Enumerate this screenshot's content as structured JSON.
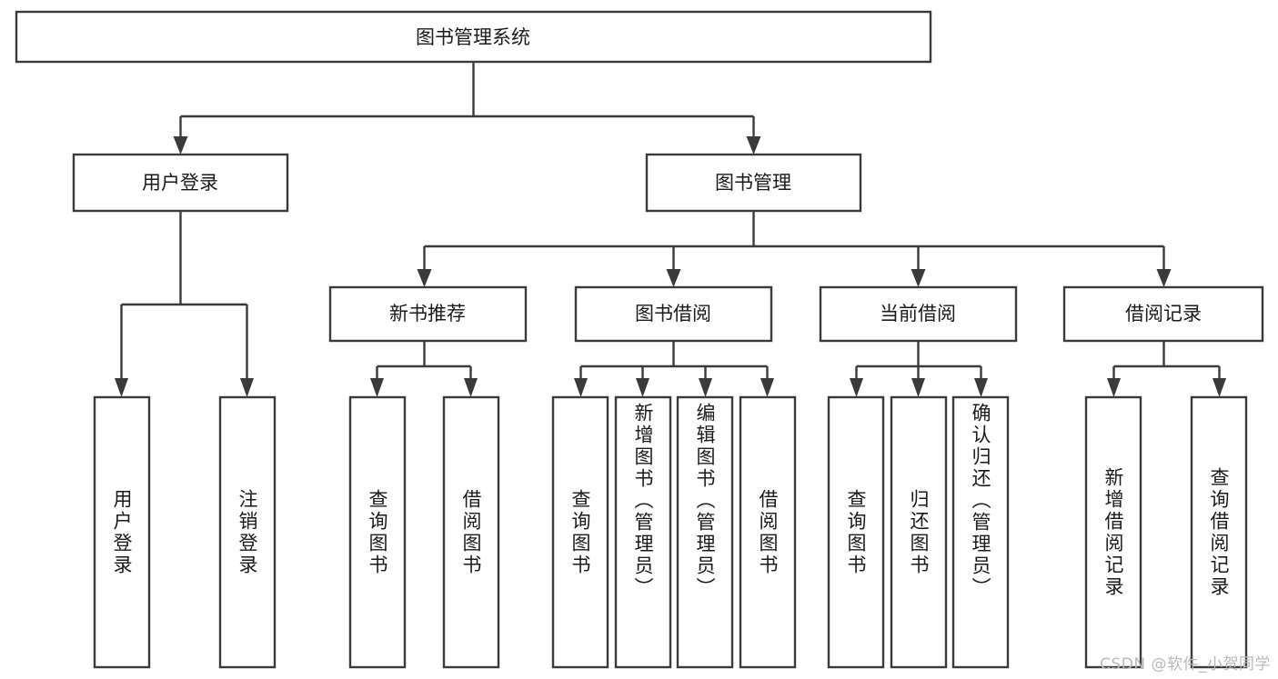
{
  "diagram": {
    "type": "hierarchy-tree",
    "title": "图书管理系统",
    "watermark": "CSDN @软件_小贺同学",
    "colors": {
      "stroke": "#3a3a3a",
      "box_fill": "#ffffff",
      "text": "#1a1a1a",
      "background": "#ffffff",
      "watermark": "#b9b9b9"
    },
    "levels": {
      "root": {
        "label": "图书管理系统"
      },
      "level2": [
        {
          "label": "用户登录"
        },
        {
          "label": "图书管理"
        }
      ],
      "level3": [
        {
          "label": "新书推荐"
        },
        {
          "label": "图书借阅"
        },
        {
          "label": "当前借阅"
        },
        {
          "label": "借阅记录"
        }
      ],
      "leaves": [
        {
          "label": "用户登录",
          "parent": "用户登录"
        },
        {
          "label": "注销登录",
          "parent": "用户登录"
        },
        {
          "label": "查询图书",
          "parent": "新书推荐"
        },
        {
          "label": "借阅图书",
          "parent": "新书推荐"
        },
        {
          "label": "查询图书",
          "parent": "图书借阅"
        },
        {
          "label": "新增图书（管理员）",
          "parent": "图书借阅"
        },
        {
          "label": "编辑图书（管理员）",
          "parent": "图书借阅"
        },
        {
          "label": "借阅图书",
          "parent": "图书借阅"
        },
        {
          "label": "查询图书",
          "parent": "当前借阅"
        },
        {
          "label": "归还图书",
          "parent": "当前借阅"
        },
        {
          "label": "确认归还（管理员）",
          "parent": "当前借阅"
        },
        {
          "label": "新增借阅记录",
          "parent": "借阅记录"
        },
        {
          "label": "查询借阅记录",
          "parent": "借阅记录"
        }
      ]
    }
  }
}
